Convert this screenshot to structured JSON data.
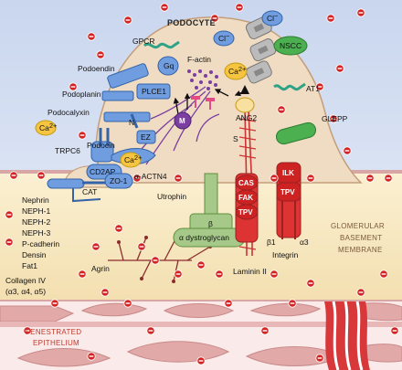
{
  "title": "PODOCYTE",
  "zones": {
    "gbm": [
      "GLOMERULAR",
      "BASEMENT",
      "MEMBRANE"
    ],
    "epithelium": [
      "FENESTRATED",
      "EPITHELIUM"
    ]
  },
  "molecules": {
    "gpcr": "GPCR",
    "gq": "Gq",
    "f_actin": "F-actin",
    "cl_out": "Cl",
    "cl_in": "Cl",
    "nscc": "NSCC",
    "ca_channel": "Ca",
    "at1": "AT1",
    "ang2": "ANG2",
    "glepp": "GLEPP",
    "podoendin": "Podoendin",
    "podoplanin": "Podoplanin",
    "plce1": "PLCE1",
    "podocalyxin": "Podocalyxin",
    "n": "N",
    "ez": "EZ",
    "m": "M",
    "ca_ext": "Ca",
    "trpc6": "TRPC6",
    "ca_int": "Ca",
    "podocin": "Podocin",
    "cd2ap": "CD2AP",
    "actn4": "α-ACTN4",
    "cat": "CAT",
    "zo1": "ZO-1",
    "utrophin": "Utrophin",
    "beta": "β",
    "dystroglycan": "α dystroglycan",
    "s": "S",
    "cas": "CAS",
    "fak": "FAK",
    "tpv1": "TPV",
    "ilk": "ILK",
    "tpv2": "TPV",
    "b1": "β1",
    "a3": "α3",
    "integrin": "Integrin",
    "laminin": "Laminin II",
    "agrin": "Agrin"
  },
  "slit_list": [
    "Nephrin",
    "NEPH-1",
    "NEPH-2",
    "NEPH-3",
    "P-cadherin",
    "Densin",
    "Fat1"
  ],
  "collagen": [
    "Collagen IV",
    "(α3, α4, α5)"
  ],
  "superscripts": {
    "minus": "−",
    "two_plus": "2+"
  },
  "colors": {
    "cell": "#f0ddc6",
    "gbm": "#f7e8c2",
    "sky": "#dce6f4",
    "membrane_red": "#cc2222",
    "blue": "#5b8ed8",
    "green": "#4caf50",
    "purple": "#7b3fa1",
    "endothelial": "#e7b4b4"
  }
}
